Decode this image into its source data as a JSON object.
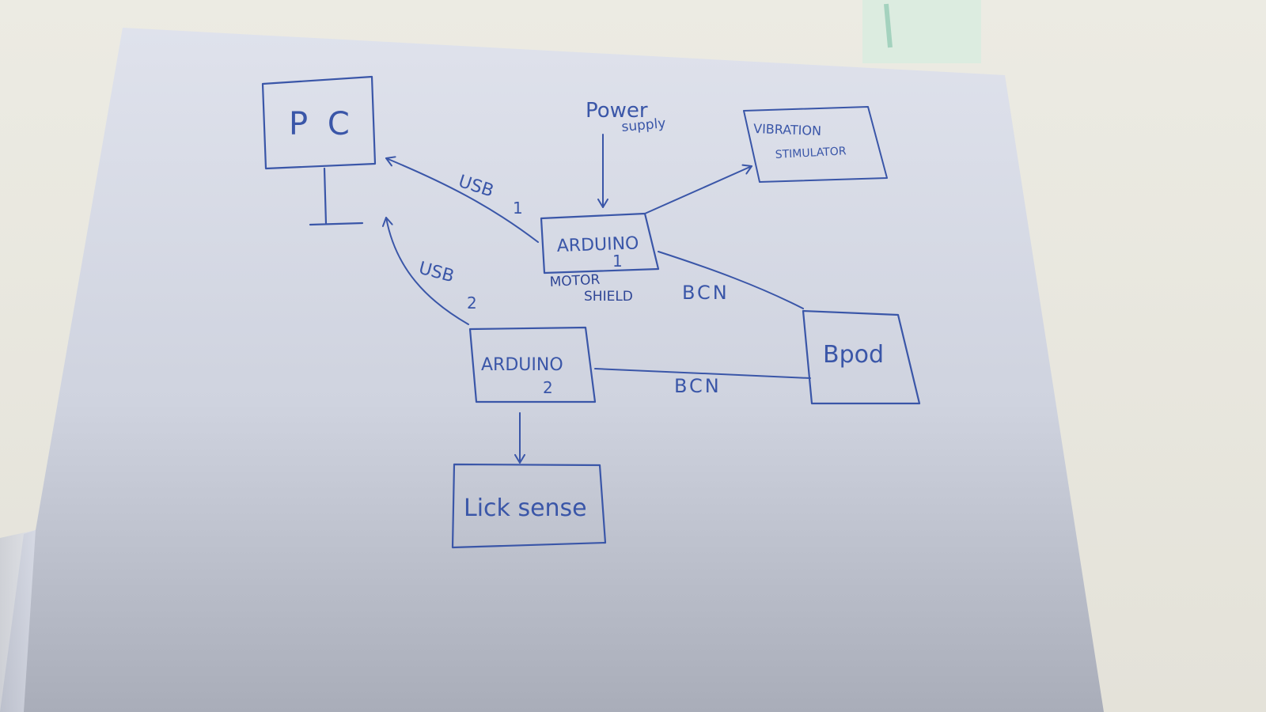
{
  "colors": {
    "ink": "#3a56a8",
    "paper": "#d9dde9",
    "desk": "#e9e6dc",
    "shadow": "#a9adb9"
  },
  "nodes": {
    "pc": "P C",
    "power_supply_line1": "Power",
    "power_supply_line2": "supply",
    "vibration_stimulator_line1": "VIBRATION",
    "vibration_stimulator_line2": "STIMULATOR",
    "arduino1_line1": "ARDUINO",
    "arduino1_line2": "1",
    "motor_shield_line1": "MOTOR",
    "motor_shield_line2": "SHIELD",
    "arduino2_line1": "ARDUINO",
    "arduino2_line2": "2",
    "bpod": "Bpod",
    "lick_sensor": "Lick sense"
  },
  "edges": {
    "usb1_label": "USB",
    "usb1_number": "1",
    "usb2_label": "USB",
    "usb2_number": "2",
    "bcn_arduino1_bpod": "BCN",
    "bcn_arduino2_bpod": "BCN"
  }
}
